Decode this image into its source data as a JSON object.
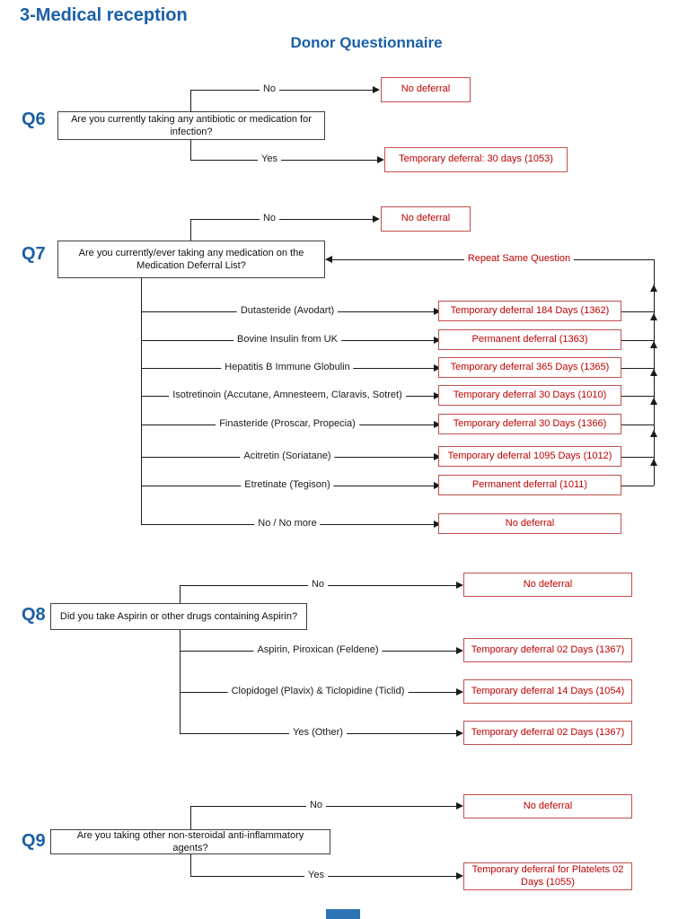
{
  "page": {
    "title": "3-Medical reception",
    "subtitle": "Donor Questionnaire"
  },
  "colors": {
    "heading_blue": "#1a5fa8",
    "deferral_red": "#c00000",
    "result_box_border": "#c0504d",
    "connector_black": "#1a1a1a",
    "footer_bar_blue": "#2e74b5"
  },
  "icons": {
    "arrow_right": "css-triangle-right",
    "arrow_left": "css-triangle-left",
    "arrow_up": "css-triangle-up"
  },
  "q6": {
    "tag": "Q6",
    "question": "Are you currently taking any antibiotic or medication for infection?",
    "no_label": "No",
    "no_result": "No deferral",
    "yes_label": "Yes",
    "yes_result": "Temporary deferral: 30 days (1053)"
  },
  "q7": {
    "tag": "Q7",
    "question": "Are you currently/ever taking any medication on the Medication Deferral List?",
    "no_label": "No",
    "no_result": "No deferral",
    "repeat_label": "Repeat Same Question",
    "branches": [
      {
        "label": "Dutasteride (Avodart)",
        "result": "Temporary deferral 184 Days (1362)"
      },
      {
        "label": "Bovine Insulin from UK",
        "result": "Permanent deferral (1363)"
      },
      {
        "label": "Hepatitis B Immune Globulin",
        "result": "Temporary deferral 365 Days (1365)"
      },
      {
        "label": "Isotretinoin (Accutane, Amnesteem, Claravis, Sotret)",
        "result": "Temporary deferral 30 Days (1010)"
      },
      {
        "label": "Finasteride (Proscar, Propecia)",
        "result": "Temporary deferral 30 Days (1366)"
      },
      {
        "label": "Acitretin (Soriatane)",
        "result": "Temporary deferral 1095 Days (1012)"
      },
      {
        "label": "Etretinate (Tegison)",
        "result": "Permanent deferral (1011)"
      },
      {
        "label": "No / No more",
        "result": "No deferral"
      }
    ]
  },
  "q8": {
    "tag": "Q8",
    "question": "Did you take Aspirin or other drugs containing Aspirin?",
    "no_label": "No",
    "no_result": "No deferral",
    "branches": [
      {
        "label": "Aspirin, Piroxican (Feldene)",
        "result": "Temporary deferral 02 Days (1367)"
      },
      {
        "label": "Clopidogel (Plavix) & Ticlopidine (Ticlid)",
        "result": "Temporary deferral 14 Days (1054)"
      },
      {
        "label": "Yes (Other)",
        "result": "Temporary deferral 02 Days (1367)"
      }
    ]
  },
  "q9": {
    "tag": "Q9",
    "question": "Are you taking other non-steroidal anti-inflammatory agents?",
    "no_label": "No",
    "no_result": "No deferral",
    "yes_label": "Yes",
    "yes_result": "Temporary deferral for Platelets 02 Days (1055)"
  }
}
